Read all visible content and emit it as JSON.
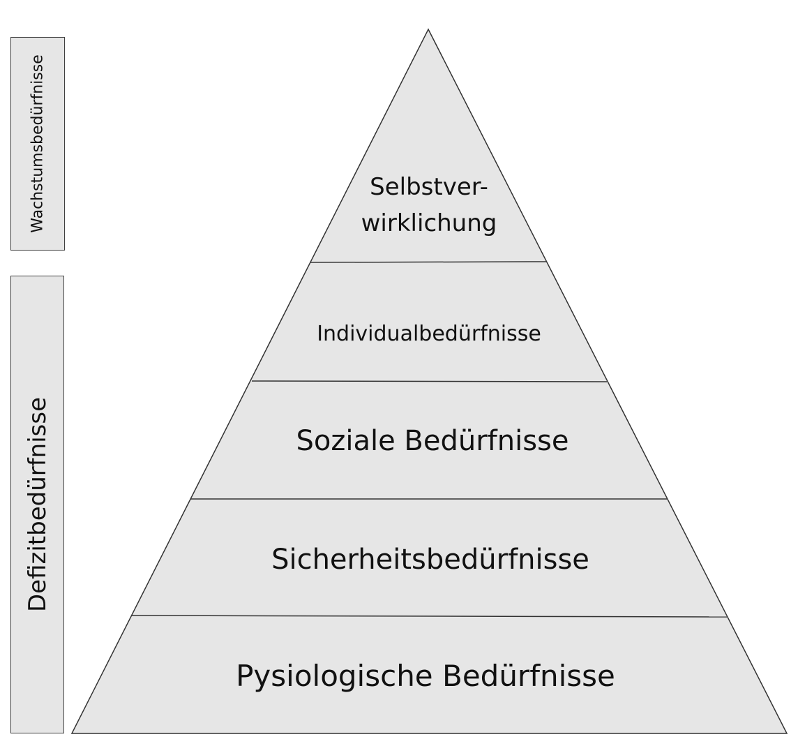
{
  "side_labels": {
    "growth": "Wachstumsbedürfnisse",
    "deficit": "Defizitbedürfnisse"
  },
  "levels": [
    {
      "line1": "Selbstver-",
      "line2": "wirklichung"
    },
    {
      "line1": "Individualbedürfnisse"
    },
    {
      "line1": "Soziale Bedürfnisse"
    },
    {
      "line1": "Sicherheitsbedürfnisse"
    },
    {
      "line1": "Pysiologische Bedürfnisse"
    }
  ],
  "colors": {
    "fill": "#e6e6e6",
    "stroke": "#333333",
    "text": "#111111"
  }
}
